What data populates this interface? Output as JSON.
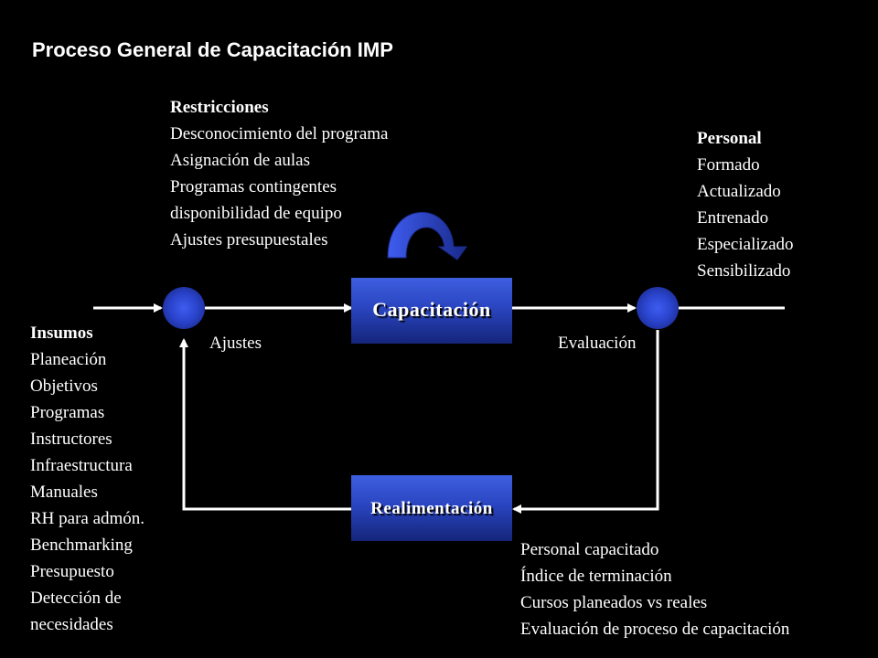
{
  "title": "Proceso General de Capacitación IMP",
  "restricciones": {
    "header": "Restricciones",
    "items": [
      "Desconocimiento del programa",
      "Asignación de aulas",
      "Programas contingentes",
      "disponibilidad de equipo",
      "Ajustes presupuestales"
    ]
  },
  "personal": {
    "header": "Personal",
    "items": [
      "Formado",
      "Actualizado",
      "Entrenado",
      "Especializado",
      "Sensibilizado"
    ]
  },
  "insumos": {
    "header": "Insumos",
    "items": [
      "Planeación",
      "Objetivos",
      "Programas",
      "Instructores",
      "Infraestructura",
      "Manuales",
      "RH para admón.",
      "Benchmarking",
      "Presupuesto",
      "Detección de",
      "necesidades"
    ]
  },
  "capacitacion_label": "Capacitación",
  "realimentacion_label": "Realimentación",
  "ajustes_label": "Ajustes",
  "evaluacion_label": "Evaluación",
  "indicadores": [
    "Personal capacitado",
    "Índice de terminación",
    "Cursos planeados vs reales",
    "Evaluación de proceso de capacitación"
  ],
  "colors": {
    "background": "#000000",
    "box_blue": "#2a45c0",
    "node_blue": "#3e5cf0",
    "line": "#ffffff"
  }
}
